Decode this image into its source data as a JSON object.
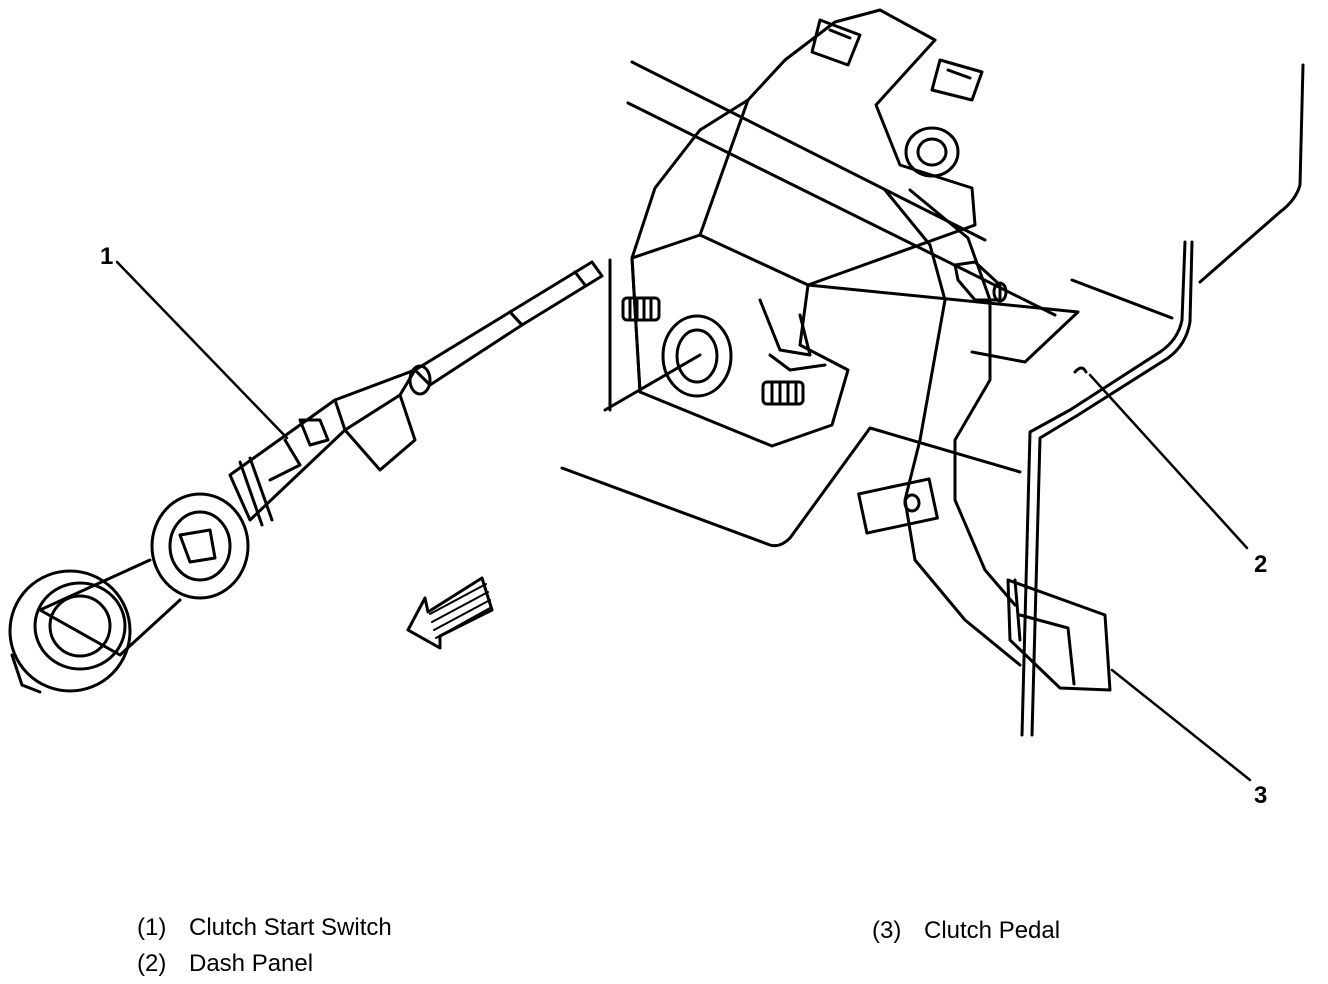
{
  "callouts": {
    "c1": "1",
    "c2": "2",
    "c3": "3"
  },
  "legend": [
    {
      "number": "(1)",
      "label": "Clutch Start Switch"
    },
    {
      "number": "(2)",
      "label": "Dash Panel"
    },
    {
      "number": "(3)",
      "label": "Clutch Pedal"
    }
  ]
}
